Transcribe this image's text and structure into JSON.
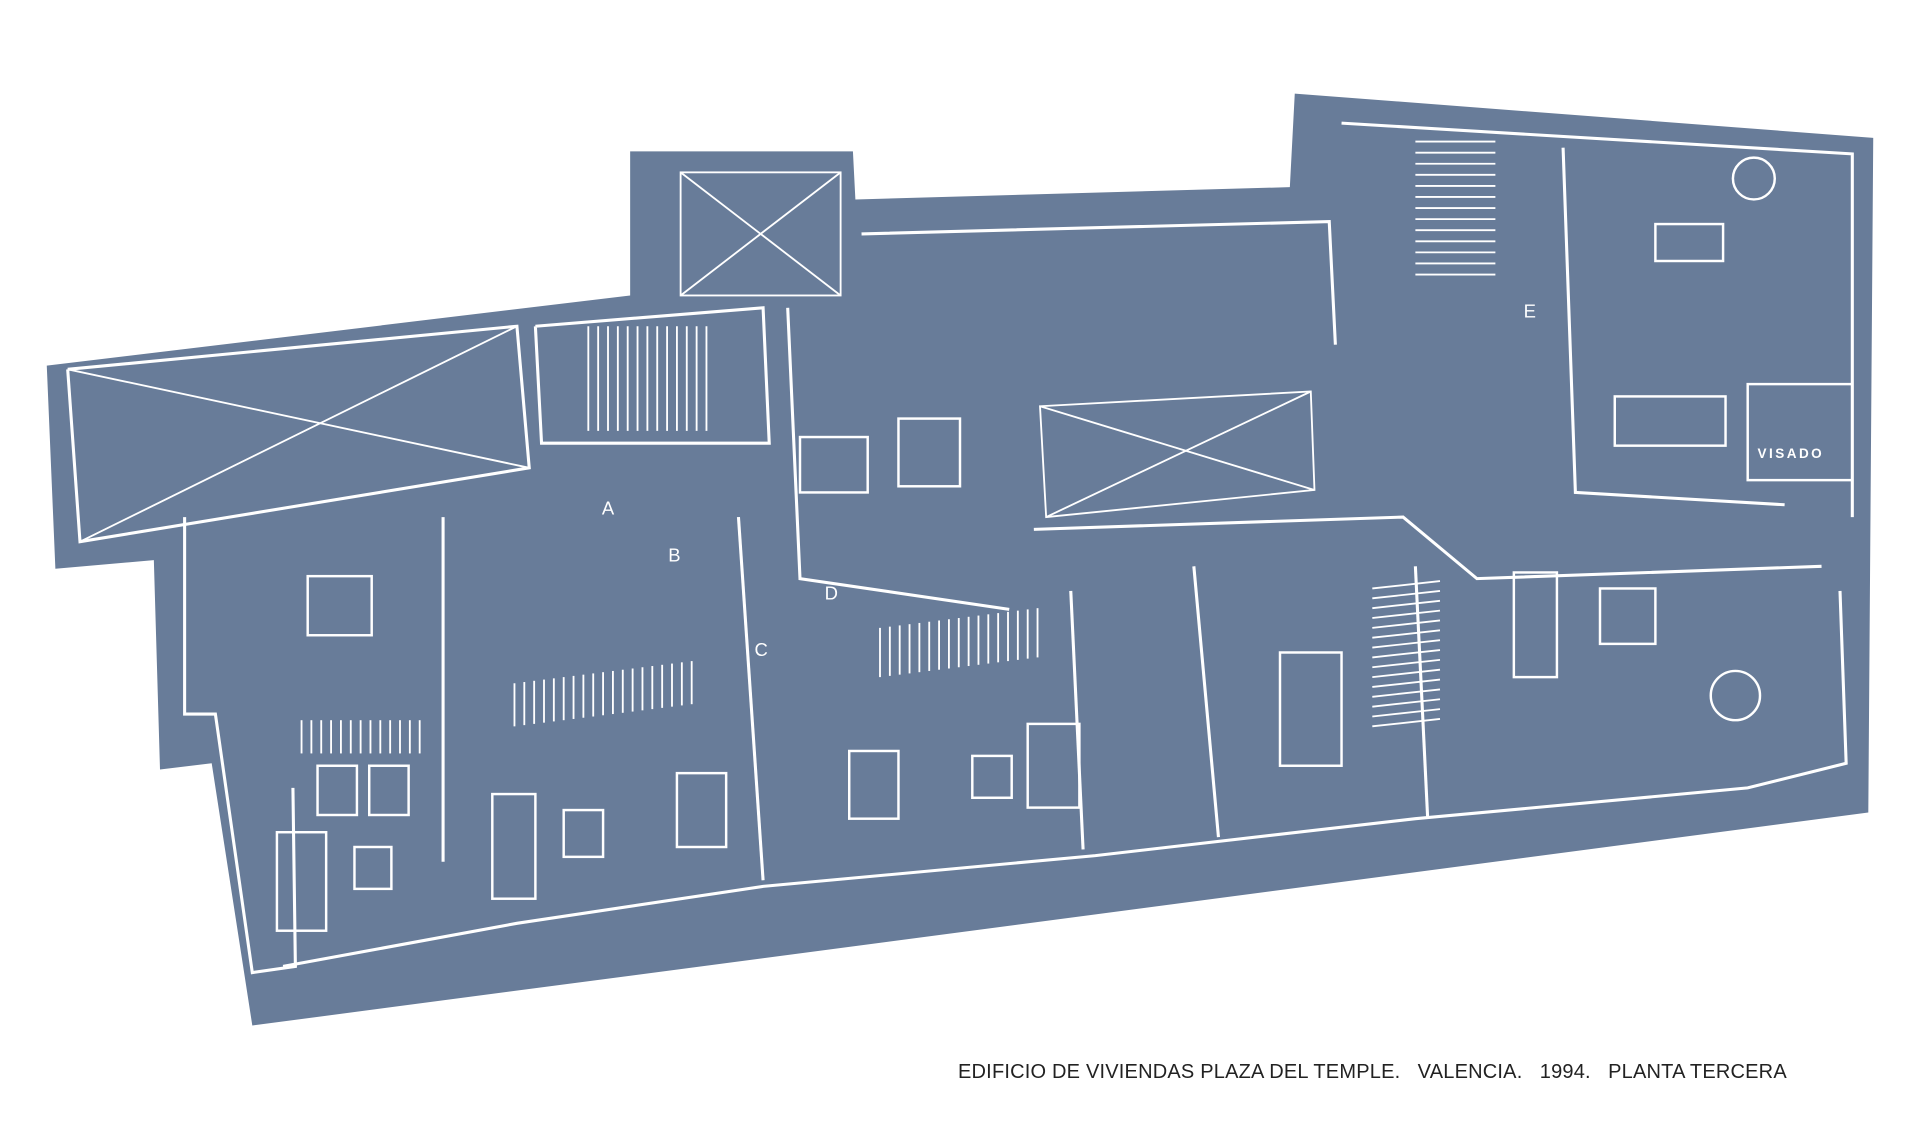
{
  "caption": {
    "project": "EDIFICIO DE VIVIENDAS PLAZA DEL TEMPLE.",
    "city": "VALENCIA.",
    "year": "1994.",
    "floor": "PLANTA TERCERA"
  },
  "plan": {
    "room_labels": [
      "A",
      "B",
      "C",
      "D",
      "E"
    ],
    "stamp_text": "VISADO"
  },
  "colors": {
    "plan_fill": "#687c99",
    "lines": "#ffffff",
    "background": "#ffffff"
  }
}
